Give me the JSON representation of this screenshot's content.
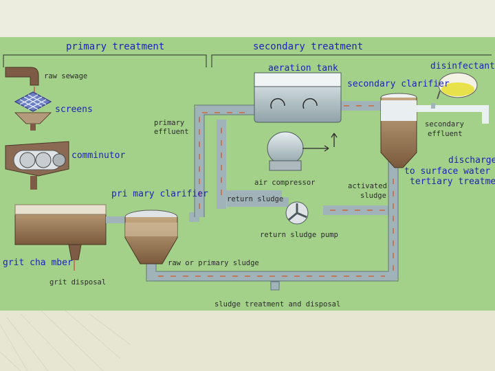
{
  "sections": {
    "primary": "primary treatment",
    "secondary": "secondary treatment"
  },
  "labels": {
    "raw_sewage": "raw sewage",
    "screens": "screens",
    "comminutor": "comminutor",
    "primary_clarifier": "pri mary clarifier",
    "grit_chamber": "grit cha mber",
    "grit_disposal": "grit disposal",
    "primary_effluent_1": "primary",
    "primary_effluent_2": "effluent",
    "aeration_tank": "aeration tank",
    "disinfectant": "disinfectant",
    "secondary_clarifier": "secondary clarifier",
    "secondary_effluent_1": "secondary",
    "secondary_effluent_2": "effluent",
    "discharge_1": "discharge",
    "discharge_2": "to surface water or",
    "discharge_3": "tertiary treatment",
    "air_compressor": "air compressor",
    "return_sludge": "return sludge",
    "activated_sludge_1": "activated",
    "activated_sludge_2": "sludge",
    "return_sludge_pump": "return sludge pump",
    "raw_primary_sludge": "raw or primary sludge",
    "sludge_treatment": "sludge treatment and disposal"
  },
  "colors": {
    "panel": "#a4d18a",
    "pipe": "#9fb3b8",
    "pipe_flow": "#c07a5a",
    "label_blue": "#1d22b8",
    "sludge": "#8a6a4a",
    "disinfectant": "#e8e24a"
  }
}
